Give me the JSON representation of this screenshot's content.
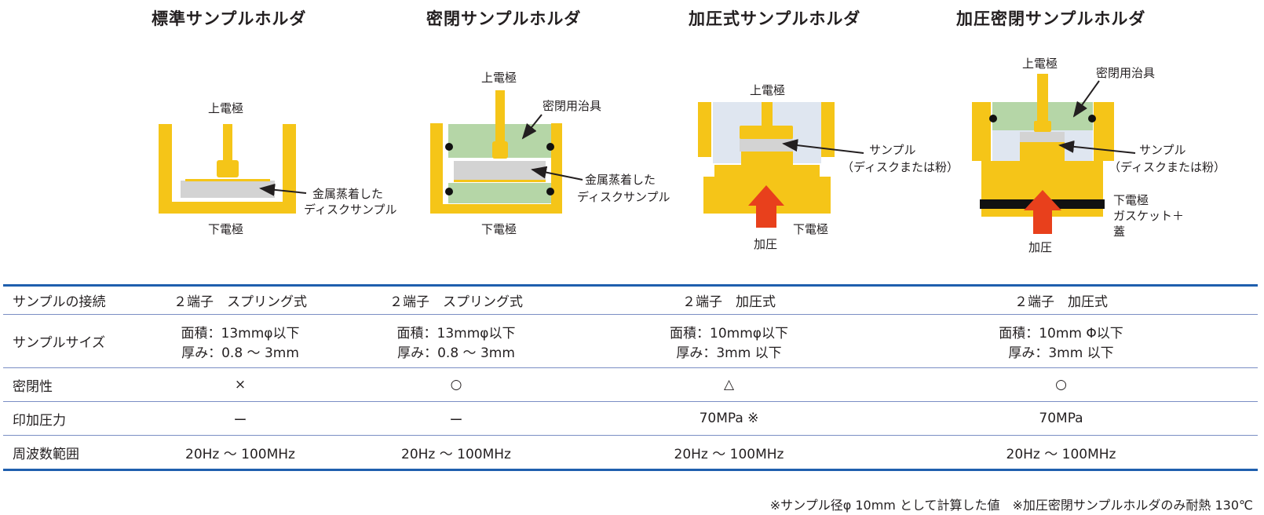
{
  "holders": [
    {
      "title": "標準サンプルホルダ",
      "labels": {
        "upper": "上電極",
        "lower": "下電極",
        "sample1": "金属蒸着した",
        "sample2": "ディスクサンプル"
      }
    },
    {
      "title": "密閉サンプルホルダ",
      "labels": {
        "upper": "上電極",
        "lower": "下電極",
        "jig": "密閉用治具",
        "sample1": "金属蒸着した",
        "sample2": "ディスクサンプル"
      }
    },
    {
      "title": "加圧式サンプルホルダ",
      "labels": {
        "upper": "上電極",
        "lower": "下電極",
        "press": "加圧",
        "sample1": "サンプル",
        "sample2": "（ディスクまたは粉）"
      }
    },
    {
      "title": "加圧密閉サンプルホルダ",
      "labels": {
        "upper": "上電極",
        "jig": "密閉用治具",
        "sample1": "サンプル",
        "sample2": "（ディスクまたは粉）",
        "lower": "下電極",
        "gasket1": "ガスケット＋",
        "gasket2": "蓋",
        "press": "加圧"
      }
    }
  ],
  "rows": [
    {
      "head": "サンプルの接続",
      "cells": [
        "２端子　スプリング式",
        "２端子　スプリング式",
        "２端子　加圧式",
        "２端子　加圧式"
      ]
    },
    {
      "head": "サンプルサイズ",
      "cells": [
        [
          "面積：13mmφ以下",
          "厚み：0.8 ～ 3mm"
        ],
        [
          "面積：13mmφ以下",
          "厚み：0.8 ～ 3mm"
        ],
        [
          "面積：10mmφ以下",
          "厚み：3mm 以下"
        ],
        [
          "面積：10mm Φ以下",
          "厚み：3mm 以下"
        ]
      ]
    },
    {
      "head": "密閉性",
      "cells": [
        "×",
        "○",
        "△",
        "○"
      ]
    },
    {
      "head": "印加圧力",
      "cells": [
        "ー",
        "ー",
        "70MPa ※",
        "70MPa"
      ]
    },
    {
      "head": "周波数範囲",
      "cells": [
        "20Hz ～ 100MHz",
        "20Hz ～ 100MHz",
        "20Hz ～ 100MHz",
        "20Hz ～ 100MHz"
      ]
    }
  ],
  "note": "※サンプル径φ 10mm として計算した値　※加圧密閉サンプルホルダのみ耐熱 130℃",
  "colors": {
    "electrode": "#f5c518",
    "sample": "#d3d3d3",
    "seal": "#b5d6a7",
    "chamber": "#dfe6f0",
    "arrow": "#e8401c",
    "gasket": "#111111",
    "rule": "#1f5fae"
  }
}
